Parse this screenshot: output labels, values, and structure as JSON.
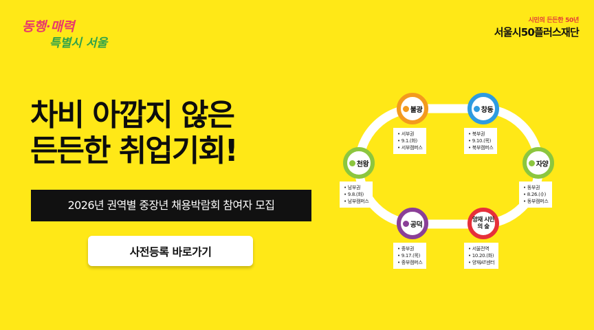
{
  "brand": {
    "left_logo_line1": "동행·매력",
    "left_logo_line2": "특별시 서울",
    "right_logo_sub": "시민의 든든한 50년",
    "right_logo_main": "서울시50플러스재단"
  },
  "headline": {
    "line1": "차비 아깝지 않은",
    "line2": "든든한 취업기회!"
  },
  "subtitle": "2026년 권역별 중장년 채용박람회 참여자 모집",
  "cta_label": "사전등록 바로가기",
  "colors": {
    "background": "#FFE817",
    "orange": "#F39A1E",
    "blue": "#2E9BE0",
    "green": "#8CC63F",
    "red": "#E6303A",
    "purple": "#8A3F97",
    "route_line": "#FFFFFF"
  },
  "stations": [
    {
      "key": "bulgwang",
      "name": "불광",
      "color": "#F39A1E",
      "details": [
        "서부권",
        "9.1.(화)",
        "서부캠퍼스"
      ]
    },
    {
      "key": "changdong",
      "name": "창동",
      "color": "#2E9BE0",
      "details": [
        "북부권",
        "9.10.(목)",
        "북부캠퍼스"
      ]
    },
    {
      "key": "cheonwang",
      "name": "천왕",
      "color": "#8CC63F",
      "details": [
        "남부권",
        "9.8.(화)",
        "남부캠퍼스"
      ]
    },
    {
      "key": "jayang",
      "name": "자양",
      "color": "#8CC63F",
      "details": [
        "동부권",
        "8.26.(수)",
        "동부캠퍼스"
      ]
    },
    {
      "key": "gongdeok",
      "name": "공덕",
      "color": "#8A3F97",
      "details": [
        "중부권",
        "9.17.(목)",
        "중부캠퍼스"
      ]
    },
    {
      "key": "yangjae",
      "name": "양재 시민의 숲",
      "color": "#E6303A",
      "details": [
        "서울전역",
        "10.20.(화)",
        "양재AT센터"
      ]
    }
  ]
}
